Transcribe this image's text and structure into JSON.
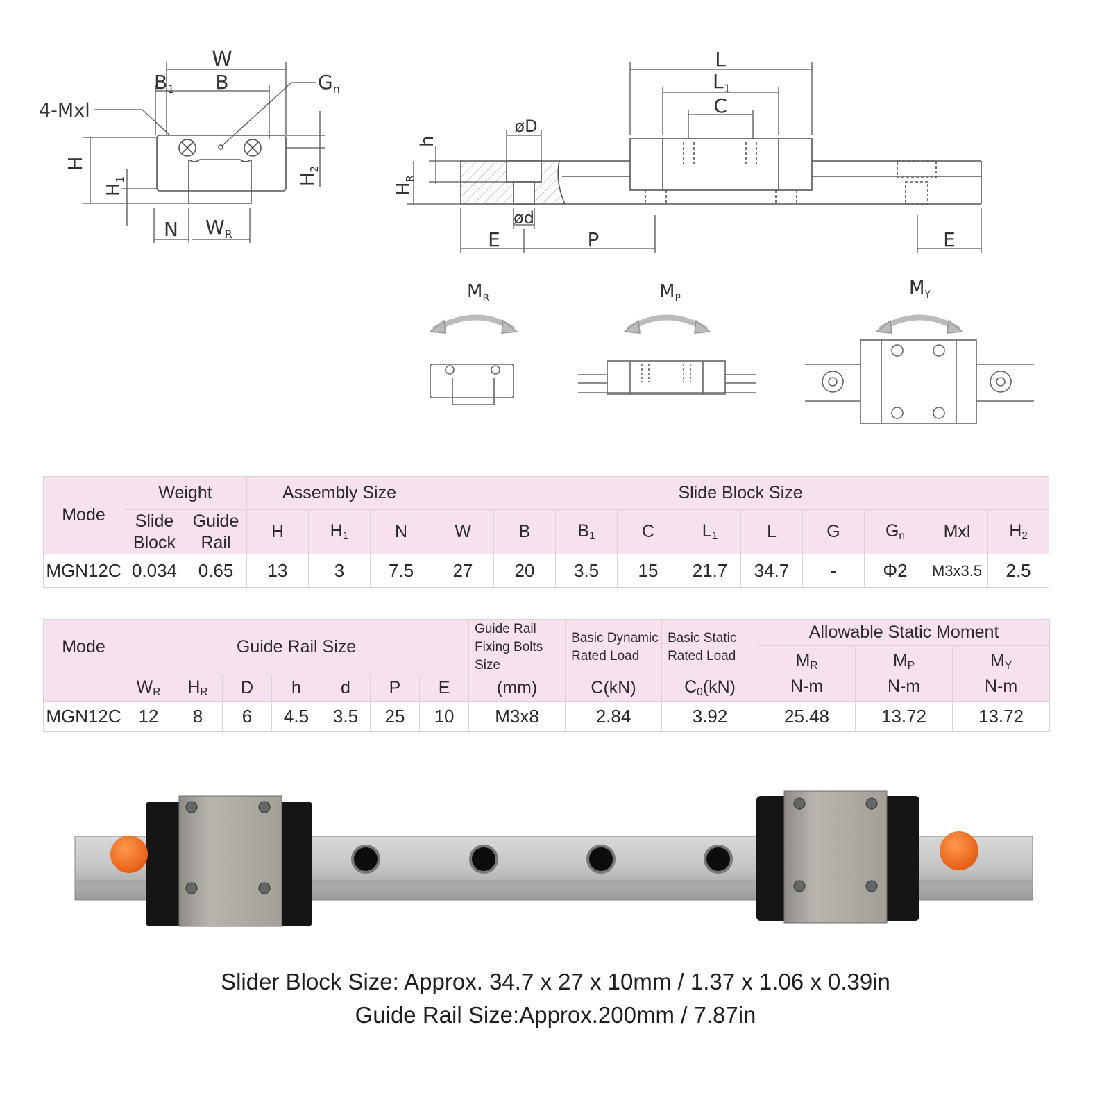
{
  "diagram": {
    "cross_section": {
      "W": "W",
      "B": "B",
      "B1": "B",
      "B1_sub": "1",
      "Gn": "G",
      "Gn_sub": "n",
      "Mxl": "4-Mxl",
      "H": "H",
      "H1": "H",
      "H1_sub": "1",
      "H2": "H",
      "H2_sub": "2",
      "N": "N",
      "WR": "W",
      "WR_sub": "R"
    },
    "side_view": {
      "L": "L",
      "L1": "L",
      "L1_sub": "1",
      "C": "C",
      "D": "øD",
      "d": "ød",
      "h": "h",
      "HR": "H",
      "HR_sub": "R",
      "E_left": "E",
      "P": "P",
      "E_right": "E"
    },
    "moments": {
      "MR": "M",
      "MR_sub": "R",
      "MP": "M",
      "MP_sub": "P",
      "MY": "M",
      "MY_sub": "Y"
    }
  },
  "table1": {
    "mode": "Mode",
    "weight": "Weight",
    "slide_block": "Slide Block",
    "guide_rail": "Guide Rail",
    "assembly_size": "Assembly Size",
    "slide_block_size": "Slide Block Size",
    "cols": {
      "H": "H",
      "H1": "H",
      "H1_sub": "1",
      "N": "N",
      "W": "W",
      "B": "B",
      "B1": "B",
      "B1_sub": "1",
      "C": "C",
      "L1": "L",
      "L1_sub": "1",
      "L": "L",
      "G": "G",
      "Gn": "G",
      "Gn_sub": "n",
      "Mxl": "Mxl",
      "H2": "H",
      "H2_sub": "2"
    },
    "row": [
      "MGN12C",
      "0.034",
      "0.65",
      "13",
      "3",
      "7.5",
      "27",
      "20",
      "3.5",
      "15",
      "21.7",
      "34.7",
      "-",
      "Φ2",
      "M3x3.5",
      "2.5"
    ]
  },
  "table2": {
    "mode": "Mode",
    "guide_rail_size": "Guide Rail Size",
    "bolts": "Guide Rail Fixing Bolts Size",
    "bolts_unit": "(mm)",
    "dynamic": "Basic Dynamic Rated Load",
    "dynamic_unit": "C(kN)",
    "static": "Basic Static Rated Load",
    "static_unit": "C",
    "static_unit_sub": "0",
    "static_unit_tail": "(kN)",
    "moment": "Allowable Static Moment",
    "cols": {
      "WR": "W",
      "WR_sub": "R",
      "HR": "H",
      "HR_sub": "R",
      "D": "D",
      "h": "h",
      "d": "d",
      "P": "P",
      "E": "E",
      "MR": "M",
      "MR_sub": "R",
      "MP": "M",
      "MP_sub": "P",
      "MY": "M",
      "MY_sub": "Y",
      "moment_unit": "N-m"
    },
    "row": [
      "MGN12C",
      "12",
      "8",
      "6",
      "4.5",
      "3.5",
      "25",
      "10",
      "M3x8",
      "2.84",
      "3.92",
      "25.48",
      "13.72",
      "13.72"
    ]
  },
  "caption": {
    "line1": "Slider Block Size: Approx. 34.7 x 27 x 10mm / 1.37 x 1.06 x 0.39in",
    "line2": "Guide Rail Size:Approx.200mm / 7.87in"
  }
}
